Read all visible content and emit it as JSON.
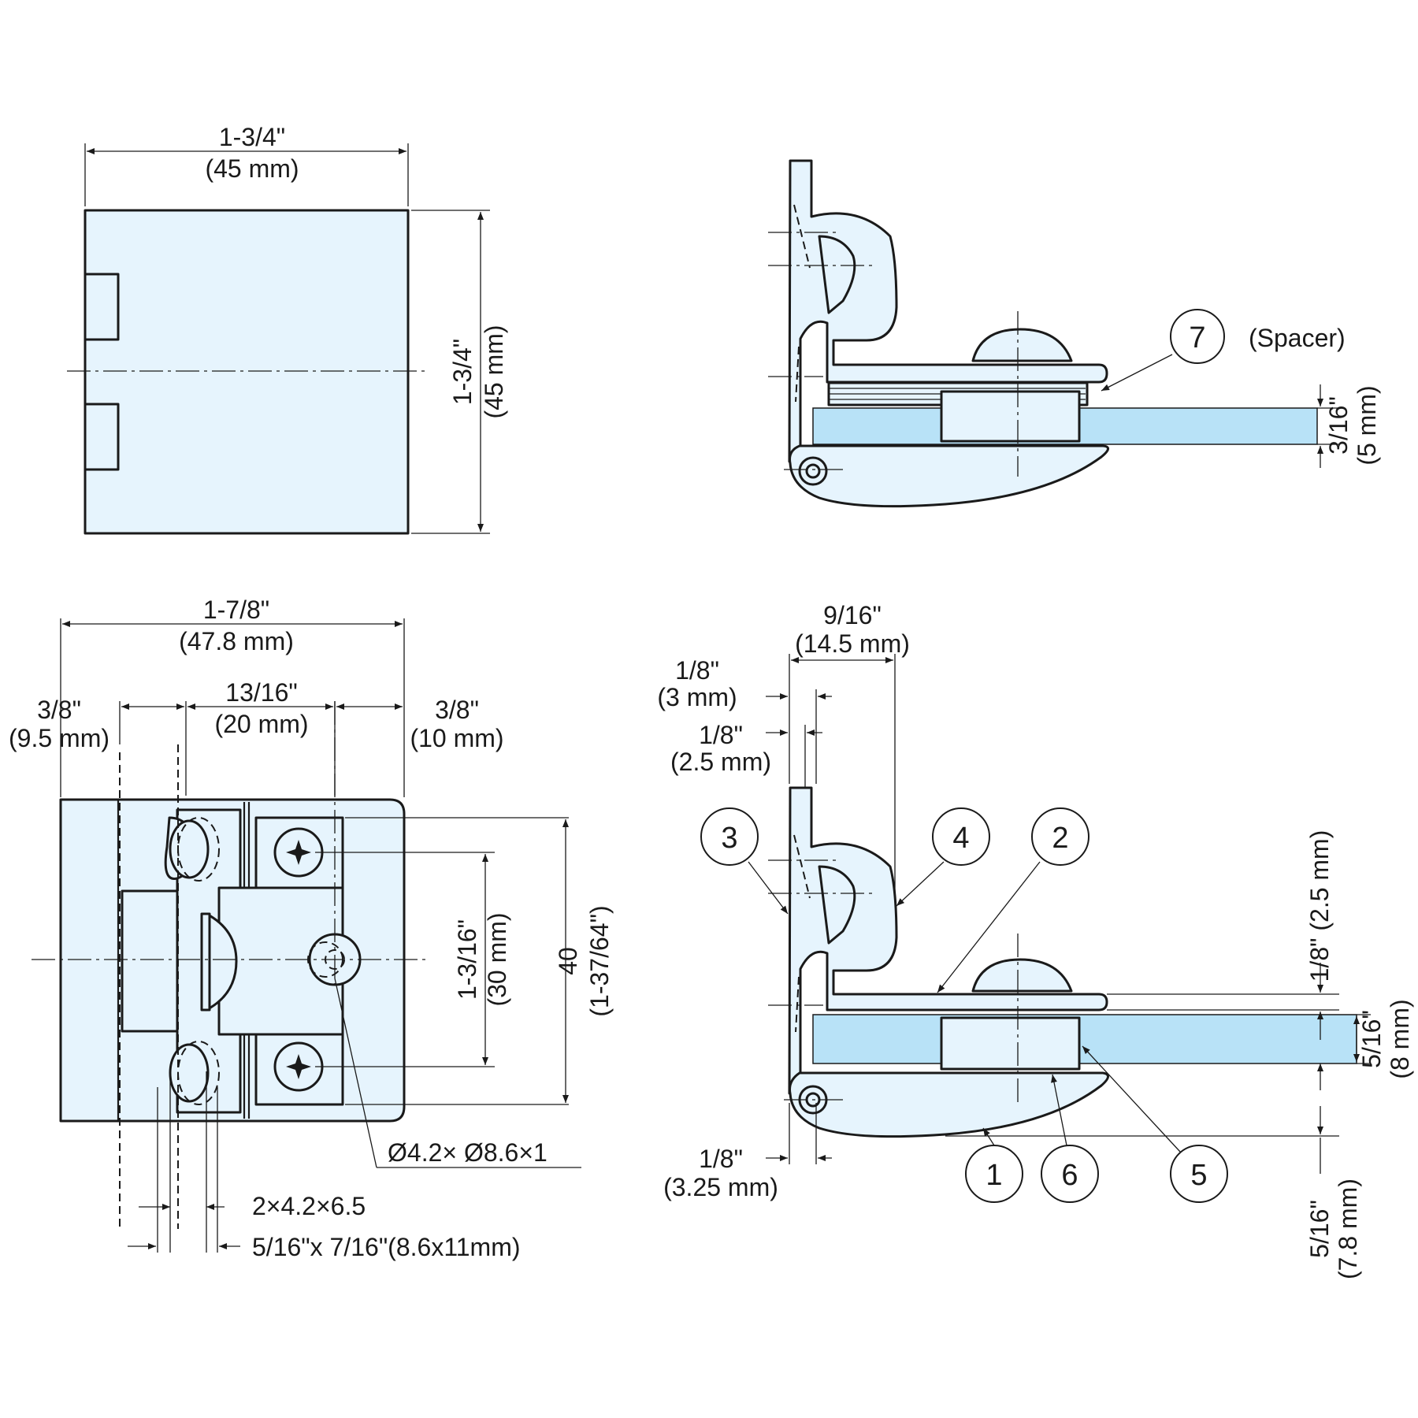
{
  "top_view": {
    "width_in": "1-3/4\"",
    "width_mm": "(45 mm)",
    "height_in": "1-3/4\"",
    "height_mm": "(45 mm)"
  },
  "side_view_top": {
    "spacer_callout": "7",
    "spacer_label": "(Spacer)",
    "thickness_in": "3/16\"",
    "thickness_mm": "(5 mm)"
  },
  "front_view": {
    "overall_in": "1-7/8\"",
    "overall_mm": "(47.8 mm)",
    "left_in": "3/8\"",
    "left_mm": "(9.5 mm)",
    "mid_in": "13/16\"",
    "mid_mm": "(20 mm)",
    "right_in": "3/8\"",
    "right_mm": "(10 mm)",
    "hole_spacing_in": "1-3/16\"",
    "hole_spacing_mm": "(30 mm)",
    "height_mm": "40",
    "height_in": "(1-37/64\")",
    "hole_spec": "Ø4.2×  Ø8.6×1",
    "slot_spec_1": "2×4.2×6.5",
    "slot_spec_2": "5/16\"x 7/16\"(8.6x11mm)"
  },
  "side_view_bottom": {
    "width_in": "9/16\"",
    "width_mm": "(14.5 mm)",
    "leaf_in": "1/8\"",
    "leaf_mm": "(3 mm)",
    "gap_in": "1/8\"",
    "gap_mm": "(2.5 mm)",
    "pin_in": "1/8\"",
    "pin_mm": "(3.25 mm)",
    "top_plate_in_mm": "1/8\" (2.5 mm)",
    "glass_in": "5/16\"",
    "glass_mm": "(8 mm)",
    "bottom_in": "5/16\"",
    "bottom_mm": "(7.8 mm)",
    "callouts": [
      "1",
      "2",
      "3",
      "4",
      "5",
      "6"
    ]
  }
}
